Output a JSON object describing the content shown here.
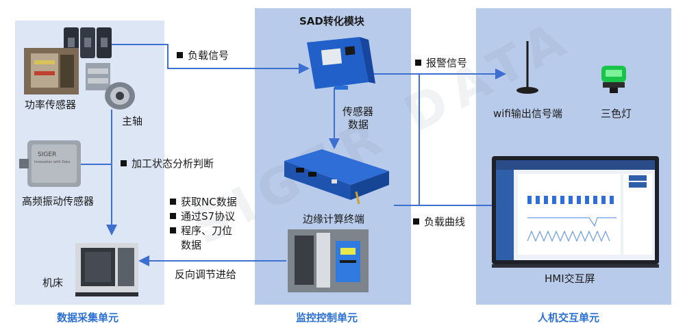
{
  "units": {
    "data_collection": "数据采集单元",
    "monitor_control": "监控控制单元",
    "hmi": "人机交互单元"
  },
  "devices": {
    "power_sensor": "功率传感器",
    "spindle": "主轴",
    "vibration_sensor": "高频振动传感器",
    "machine_tool": "机床",
    "sad_module": "SAD转化模块",
    "edge_terminal": "边缘计算终端",
    "wifi_output": "wifi输出信号端",
    "tricolor_lamp": "三色灯",
    "hmi_screen": "HMI交互屏",
    "siger_brand": "SIGER",
    "siger_tagline": "Innovation with Data"
  },
  "signals": {
    "load_signal": "负载信号",
    "alarm_signal": "报警信号",
    "load_curve": "负载曲线",
    "sensor_data_line1": "传感器",
    "sensor_data_line2": "数据",
    "process_analysis": "加工状态分析判断",
    "get_nc": "获取NC数据",
    "s7_protocol": "通过S7协议",
    "program_tool_line1": "程序、刀位",
    "program_tool_line2": "数据",
    "reverse_feed": "反向调节进给"
  },
  "watermark": "SIGER DATA",
  "colors": {
    "panel_light": "#dde6f5",
    "panel_mid": "#b9cbeb",
    "accent_blue": "#2a6fd6",
    "connector": "#3d6fd0"
  }
}
